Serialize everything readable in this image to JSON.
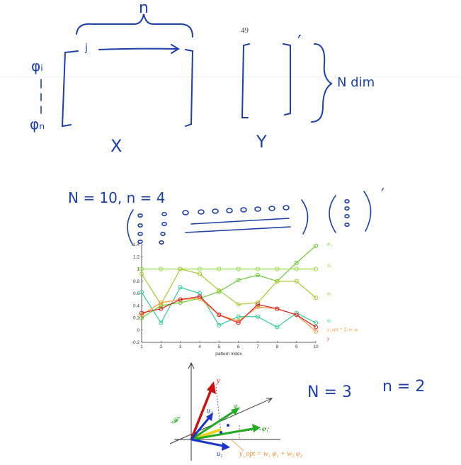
{
  "page_number": "49",
  "notes": {
    "n_top": "n",
    "j": "j",
    "phi_i": "φᵢ",
    "phi_N": "φₙ",
    "X": "X",
    "Y": "Y",
    "prime1": "′",
    "prime2": "′",
    "N_dim": "N dim",
    "N_eq_10": "N = 10, n = 4",
    "N_eq_3": "N = 3",
    "n_eq_2": "n = 2"
  },
  "chart_data": {
    "type": "line",
    "xlabel": "pattern index",
    "ylabel": "",
    "xlim": [
      1,
      10
    ],
    "ylim": [
      -0.2,
      1.4
    ],
    "x": [
      1,
      2,
      3,
      4,
      5,
      6,
      7,
      8,
      9,
      10
    ],
    "yticks": [
      "-0.2",
      "0",
      "0.2",
      "0.4",
      "0.6",
      "0.8",
      "1",
      "1.2",
      "1.4"
    ],
    "xticks": [
      "1",
      "2",
      "3",
      "4",
      "5",
      "6",
      "7",
      "8",
      "9",
      "10"
    ],
    "series": [
      {
        "name": "φ₁",
        "color": "#66cc33",
        "values": [
          0.2,
          0.4,
          0.45,
          0.52,
          0.63,
          0.82,
          0.9,
          0.8,
          1.1,
          1.38
        ]
      },
      {
        "name": "φ₄",
        "color": "#99dd44",
        "values": [
          1.0,
          1.0,
          1.0,
          1.0,
          1.0,
          1.0,
          1.0,
          1.0,
          1.0,
          1.0
        ]
      },
      {
        "name": "φ₂",
        "color": "#a8c830",
        "values": [
          0.92,
          0.42,
          1.0,
          0.92,
          0.65,
          0.42,
          0.45,
          0.8,
          0.8,
          0.53
        ]
      },
      {
        "name": "φ₃",
        "color": "#33cc99",
        "values": [
          0.62,
          0.12,
          0.7,
          0.6,
          0.08,
          0.22,
          0.22,
          0.05,
          0.28,
          0.12
        ]
      },
      {
        "name": "y_opt = Σᵢ wᵢ φᵢ",
        "color": "#ff9933",
        "values": [
          0.25,
          0.45,
          0.5,
          0.52,
          0.25,
          0.15,
          0.38,
          0.35,
          0.25,
          -0.02
        ]
      },
      {
        "name": "y",
        "color": "#dd2222",
        "values": [
          0.28,
          0.35,
          0.5,
          0.55,
          0.25,
          0.12,
          0.42,
          0.35,
          0.25,
          0.05
        ]
      }
    ]
  },
  "vector_diagram": {
    "axis_label": "𝓕",
    "y_label": "y",
    "u1_label": "u₁",
    "u2_label": "u₂",
    "phi1_label": "φ₁",
    "phi2_label": "φ₂",
    "yopt_label": "y_opt = w₁ φ₁ + w₂ φ₂",
    "colors": {
      "y": "#cc1111",
      "u": "#1a33cc",
      "phi": "#22aa22",
      "yopt": "#f2d21a"
    }
  }
}
